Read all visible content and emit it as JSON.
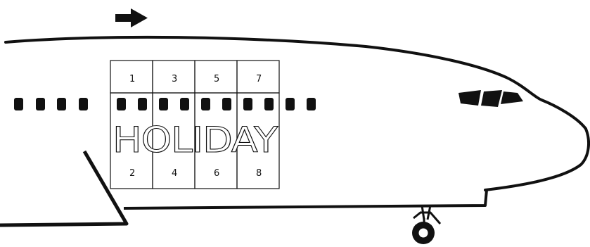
{
  "banner_text": "HOLIDAY",
  "panels": [
    {
      "top": "1",
      "bottom": "2"
    },
    {
      "top": "3",
      "bottom": "4"
    },
    {
      "top": "5",
      "bottom": "6"
    },
    {
      "top": "7",
      "bottom": "8"
    }
  ],
  "colors": {
    "ink": "#111111",
    "paper": "#ffffff"
  },
  "icons": {
    "direction": "right-arrow-icon"
  }
}
